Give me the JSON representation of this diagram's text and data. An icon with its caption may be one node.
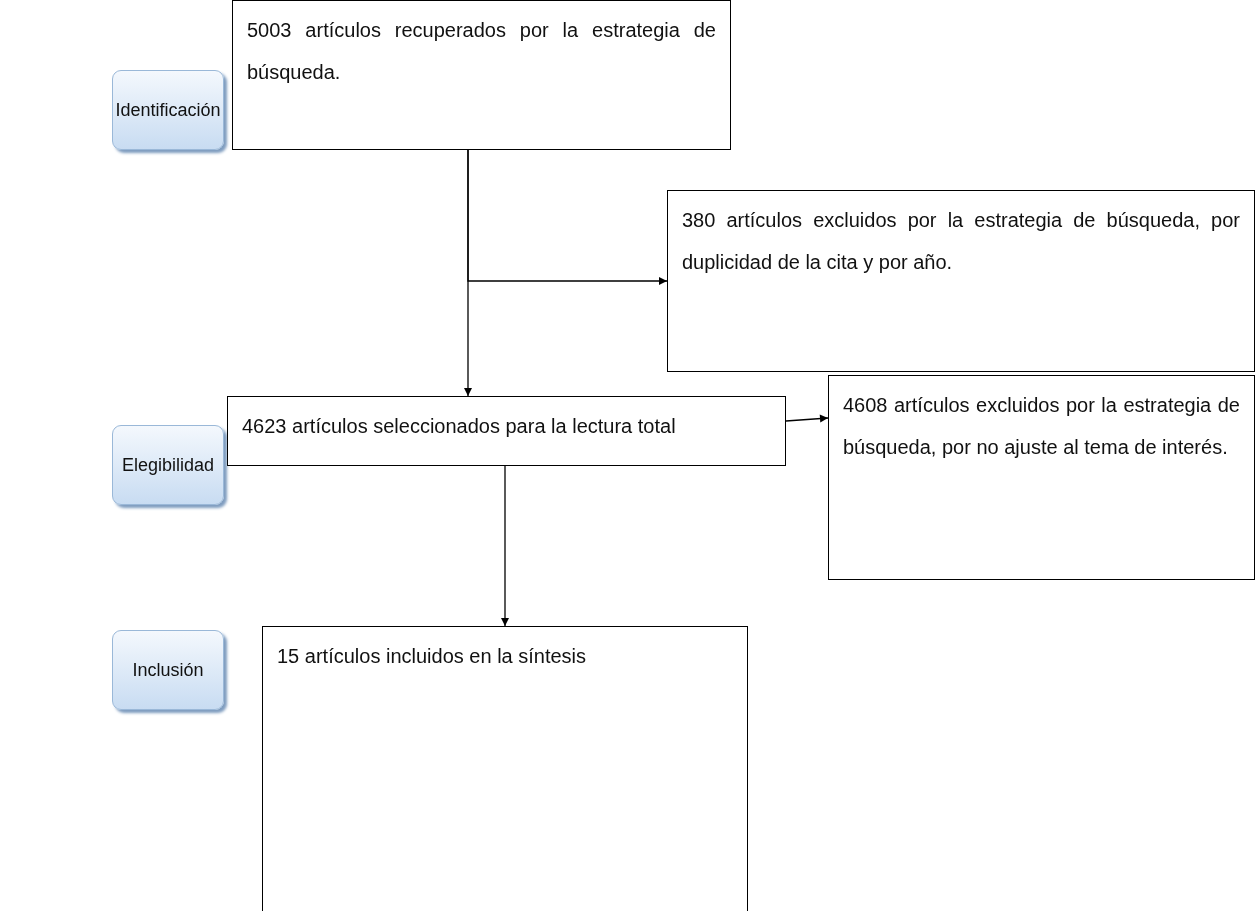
{
  "diagram": {
    "nodes": [
      {
        "text": [
          "Identificación"
        ]
      },
      {
        "text": [
          "5003 artículos recuperados por la estrategia de búsqueda."
        ]
      },
      {
        "text": [
          "380 artículos excluidos por la estrategia de búsqueda, por duplicidad de la cita y por año."
        ]
      },
      {
        "text": [
          "Elegibilidad"
        ]
      },
      {
        "text": [
          "4623 artículos seleccionados para la lectura total"
        ]
      },
      {
        "text": [
          "4608 artículos excluidos por la estrategia de búsqueda, por no ajuste al tema de interés."
        ]
      },
      {
        "text": [
          "Inclusión"
        ]
      },
      {
        "text": [
          "15 artículos incluidos en la síntesis"
        ]
      }
    ],
    "edges": [
      {
        "from": 1,
        "to": 4,
        "arrow": "to"
      },
      {
        "from": 1,
        "to": 2,
        "arrow": "to"
      },
      {
        "from": 4,
        "to": 5,
        "arrow": "to"
      },
      {
        "from": 4,
        "to": 7,
        "arrow": "to"
      }
    ]
  }
}
